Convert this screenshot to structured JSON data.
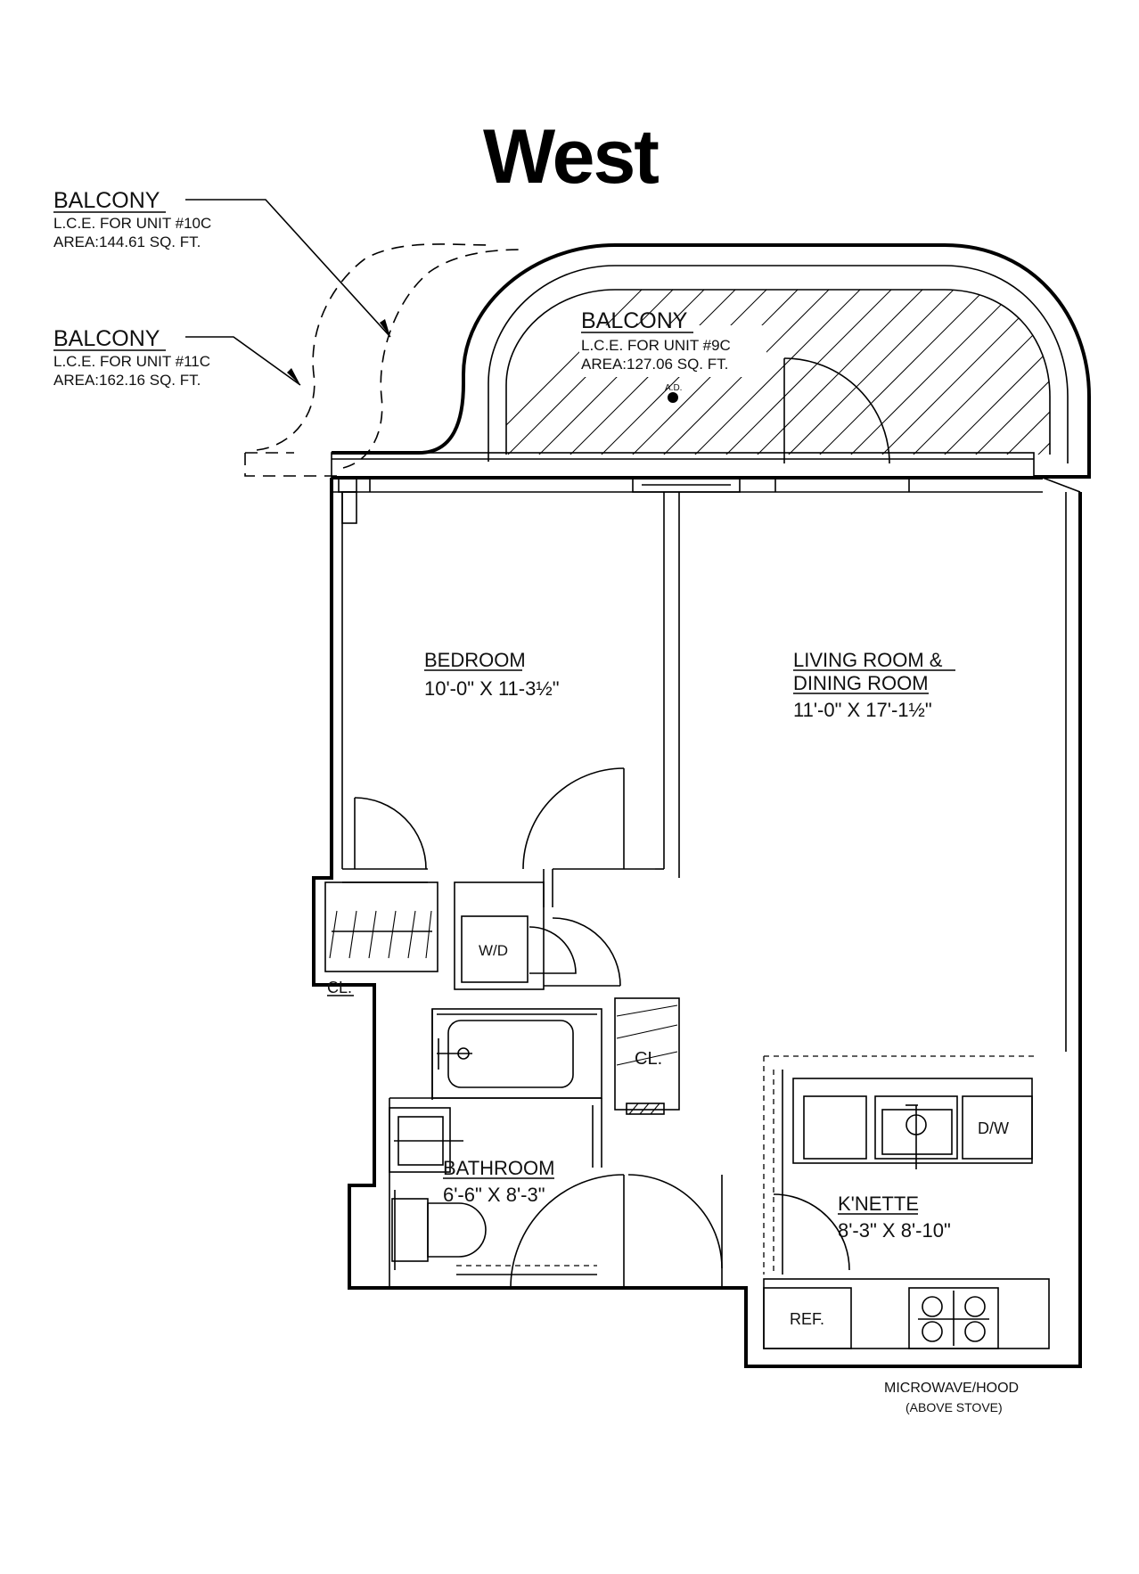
{
  "title": "West",
  "balconies": [
    {
      "name": "BALCONY",
      "unit": "L.C.E. FOR UNIT #10C",
      "area": "AREA:144.61 SQ. FT."
    },
    {
      "name": "BALCONY",
      "unit": "L.C.E. FOR UNIT #11C",
      "area": "AREA:162.16 SQ. FT."
    },
    {
      "name": "BALCONY",
      "unit": "L.C.E. FOR UNIT #9C",
      "area": "AREA:127.06 SQ. FT."
    }
  ],
  "drain_label": "A.D.",
  "rooms": {
    "bedroom": {
      "name": "BEDROOM",
      "dim": "10'-0\" X 11-3½\""
    },
    "living": {
      "name1": "LIVING ROOM &",
      "name2": "DINING ROOM",
      "dim": "11'-0\" X 17'-1½\""
    },
    "bathroom": {
      "name": "BATHROOM",
      "dim": "6'-6\" X 8'-3\""
    },
    "kitchenette": {
      "name": "K'NETTE",
      "dim": "8'-3\" X 8'-10\""
    }
  },
  "fixtures": {
    "closet1": "CL.",
    "closet2": "CL.",
    "washer_dryer": "W/D",
    "dishwasher": "D/W",
    "refrigerator": "REF.",
    "microwave1": "MICROWAVE/HOOD",
    "microwave2": "(ABOVE STOVE)"
  }
}
